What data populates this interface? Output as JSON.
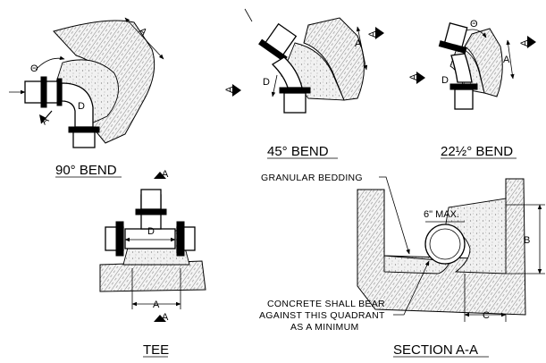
{
  "labels": {
    "bend90": "90° BEND",
    "bend45": "45° BEND",
    "bend22": "22½° BEND",
    "tee": "TEE",
    "section": "SECTION A-A",
    "dim_A": "A",
    "dim_B": "B",
    "dim_C": "C",
    "dim_D": "D",
    "theta": "Θ",
    "six_max": "6\" MAX.",
    "granular": "GRANULAR BEDDING",
    "note_line1": "CONCRETE SHALL BEAR",
    "note_line2": "AGAINST THIS QUADRANT",
    "note_line3": "AS A MINIMUM"
  }
}
